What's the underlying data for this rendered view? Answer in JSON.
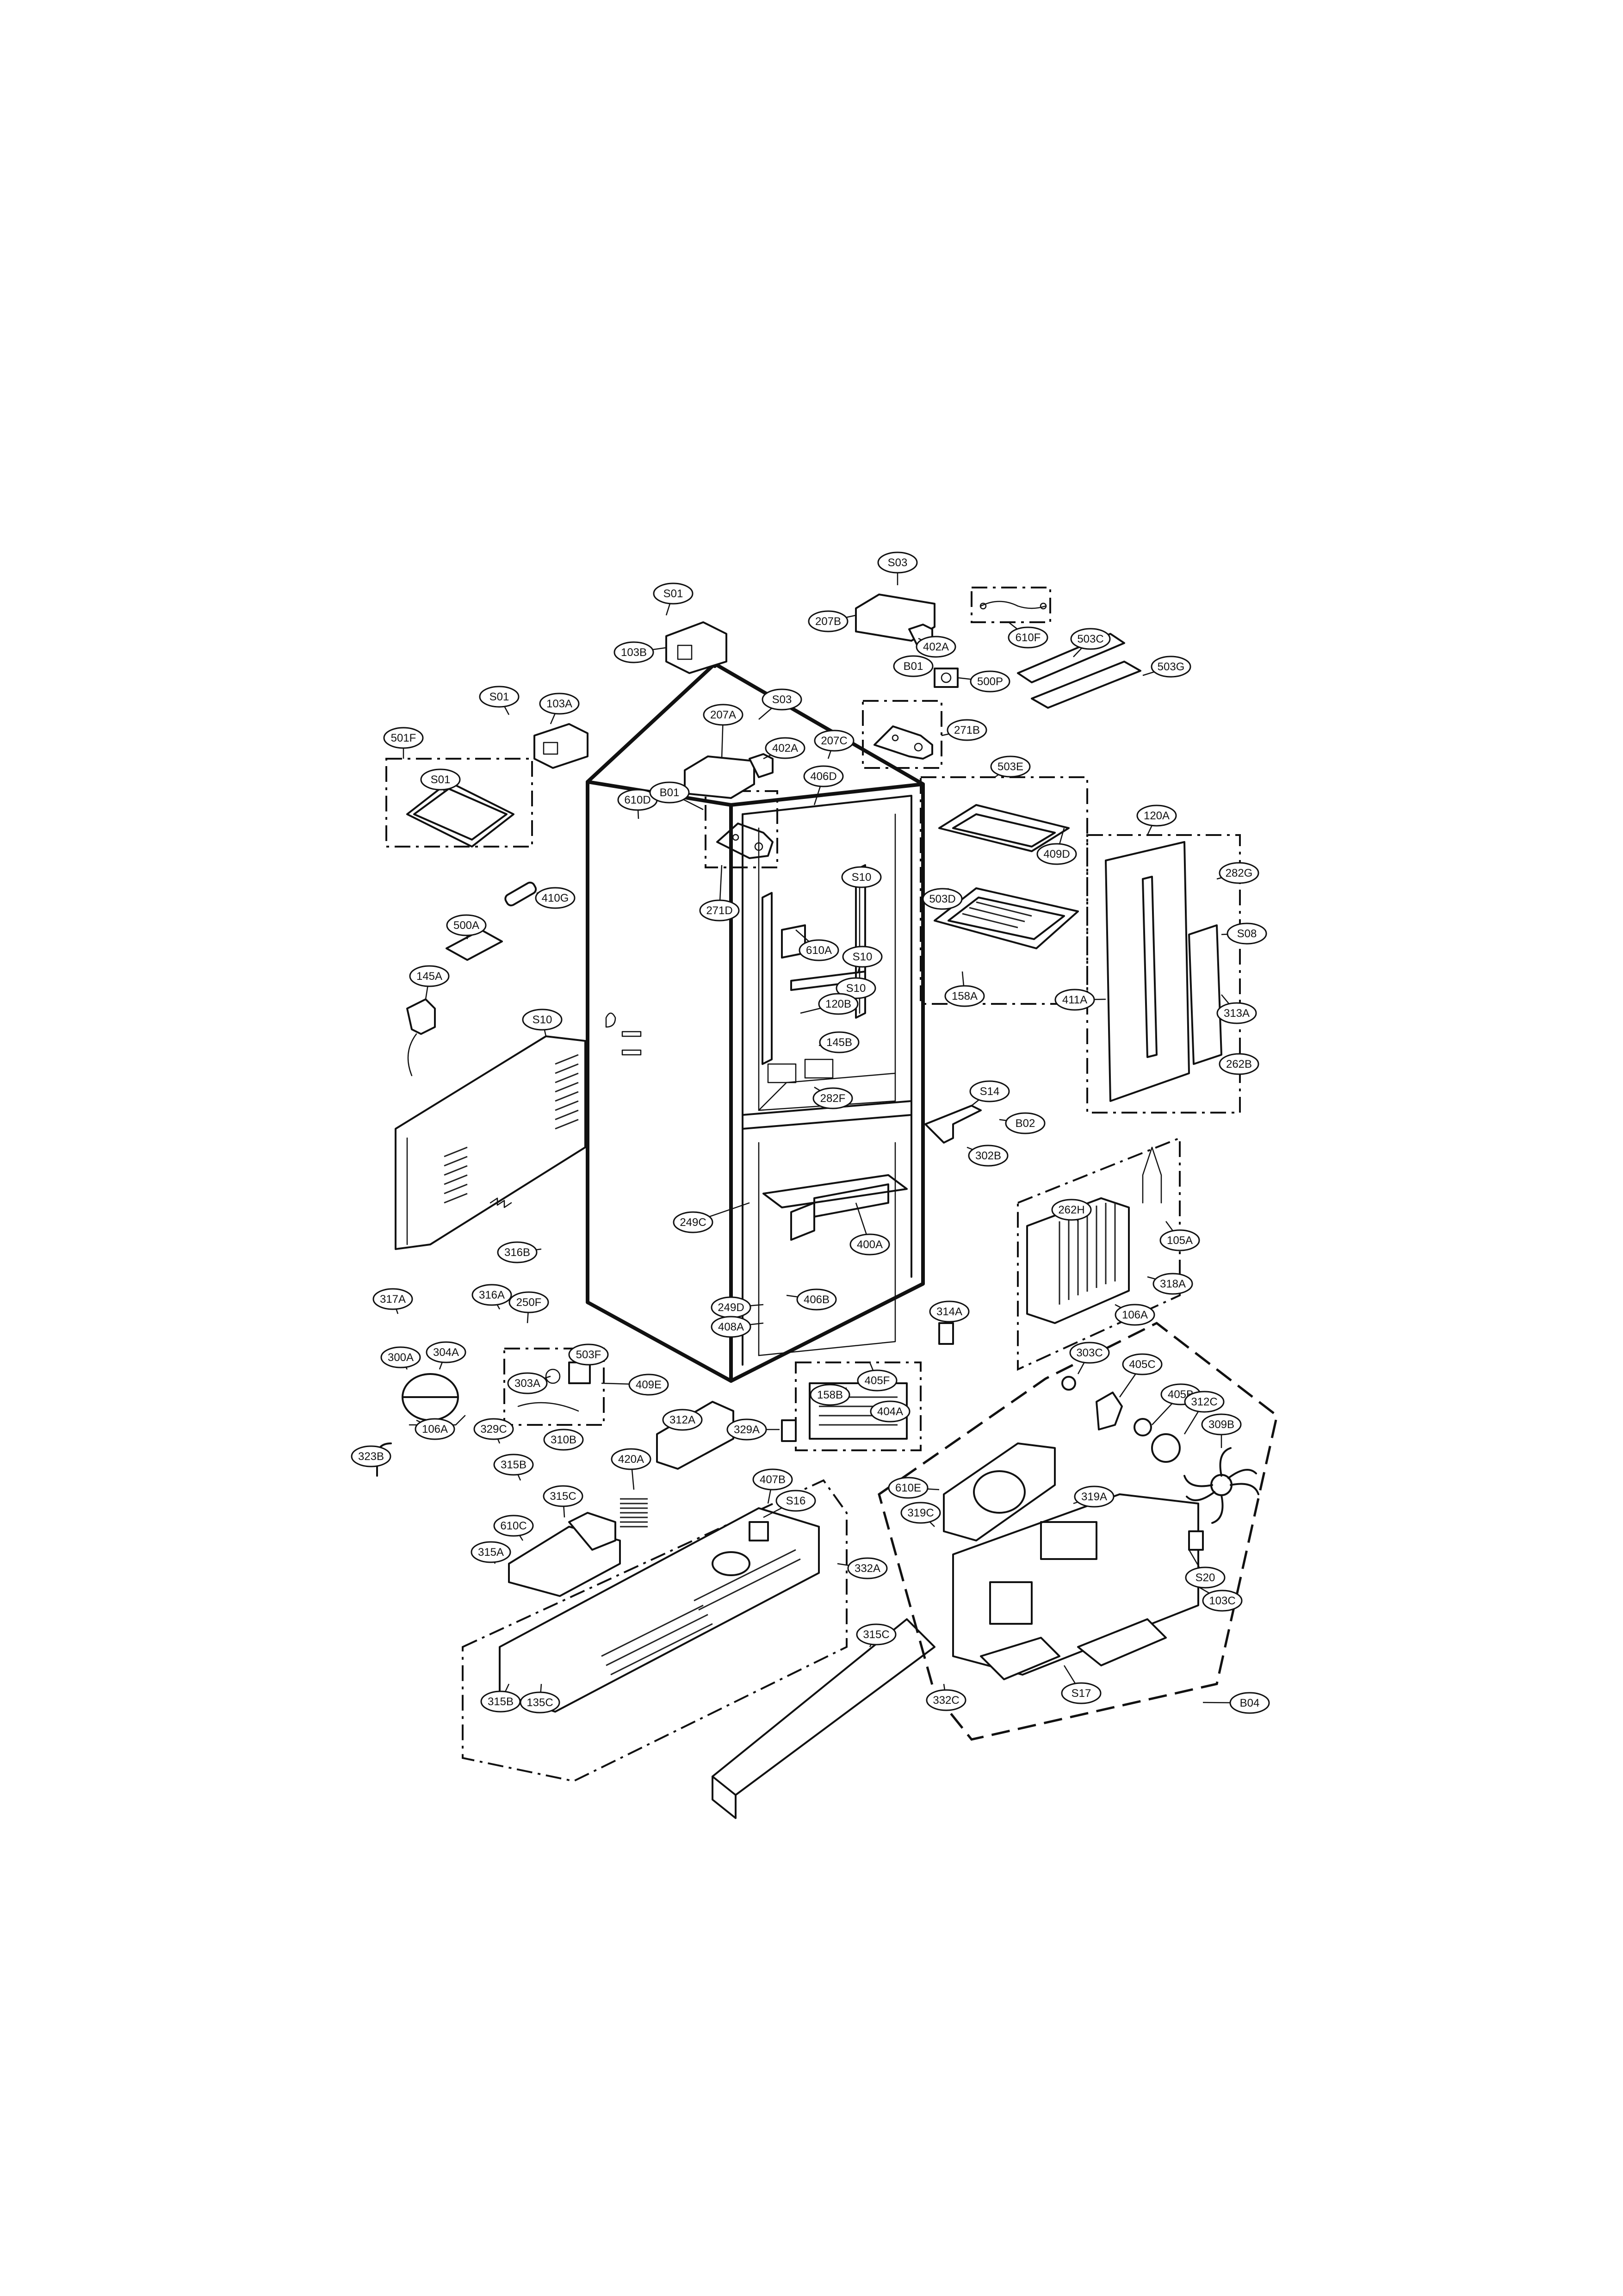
{
  "labels": [
    {
      "text": "S03"
    },
    {
      "text": "S01"
    },
    {
      "text": "207B"
    },
    {
      "text": "610F"
    },
    {
      "text": "103B"
    },
    {
      "text": "402A"
    },
    {
      "text": "503C"
    },
    {
      "text": "B01"
    },
    {
      "text": "500P"
    },
    {
      "text": "503G"
    },
    {
      "text": "S01"
    },
    {
      "text": "103A"
    },
    {
      "text": "S03"
    },
    {
      "text": "207A"
    },
    {
      "text": "271B"
    },
    {
      "text": "501F"
    },
    {
      "text": "402A"
    },
    {
      "text": "207C"
    },
    {
      "text": "S01"
    },
    {
      "text": "406D"
    },
    {
      "text": "503E"
    },
    {
      "text": "610D"
    },
    {
      "text": "B01"
    },
    {
      "text": "120A"
    },
    {
      "text": "409D"
    },
    {
      "text": "S10"
    },
    {
      "text": "282G"
    },
    {
      "text": "410G"
    },
    {
      "text": "503D"
    },
    {
      "text": "271D"
    },
    {
      "text": "S08"
    },
    {
      "text": "500A"
    },
    {
      "text": "610A"
    },
    {
      "text": "S10"
    },
    {
      "text": "158A"
    },
    {
      "text": "S10"
    },
    {
      "text": "120B"
    },
    {
      "text": "411A"
    },
    {
      "text": "145A"
    },
    {
      "text": "313A"
    },
    {
      "text": "S10"
    },
    {
      "text": "145B"
    },
    {
      "text": "282F"
    },
    {
      "text": "262B"
    },
    {
      "text": "S14"
    },
    {
      "text": "B02"
    },
    {
      "text": "302B"
    },
    {
      "text": "262H"
    },
    {
      "text": "249C"
    },
    {
      "text": "400A"
    },
    {
      "text": "105A"
    },
    {
      "text": "316B"
    },
    {
      "text": "318A"
    },
    {
      "text": "316A"
    },
    {
      "text": "317A"
    },
    {
      "text": "250F"
    },
    {
      "text": "249D"
    },
    {
      "text": "406B"
    },
    {
      "text": "408A"
    },
    {
      "text": "106A"
    },
    {
      "text": "314A"
    },
    {
      "text": "300A"
    },
    {
      "text": "304A"
    },
    {
      "text": "503F"
    },
    {
      "text": "405F"
    },
    {
      "text": "303C"
    },
    {
      "text": "303A"
    },
    {
      "text": "409E"
    },
    {
      "text": "158B"
    },
    {
      "text": "404A"
    },
    {
      "text": "405C"
    },
    {
      "text": "405B"
    },
    {
      "text": "312C"
    },
    {
      "text": "312A"
    },
    {
      "text": "106A"
    },
    {
      "text": "329A"
    },
    {
      "text": "309B"
    },
    {
      "text": "329C"
    },
    {
      "text": "310B"
    },
    {
      "text": "323B"
    },
    {
      "text": "420A"
    },
    {
      "text": "315B"
    },
    {
      "text": "407B"
    },
    {
      "text": "610E"
    },
    {
      "text": "319A"
    },
    {
      "text": "315C"
    },
    {
      "text": "S16"
    },
    {
      "text": "319C"
    },
    {
      "text": "610C"
    },
    {
      "text": "S20"
    },
    {
      "text": "315A"
    },
    {
      "text": "332A"
    },
    {
      "text": "103C"
    },
    {
      "text": "315C"
    },
    {
      "text": "315B"
    },
    {
      "text": "135C"
    },
    {
      "text": "S17"
    },
    {
      "text": "332C"
    },
    {
      "text": "B04"
    }
  ]
}
